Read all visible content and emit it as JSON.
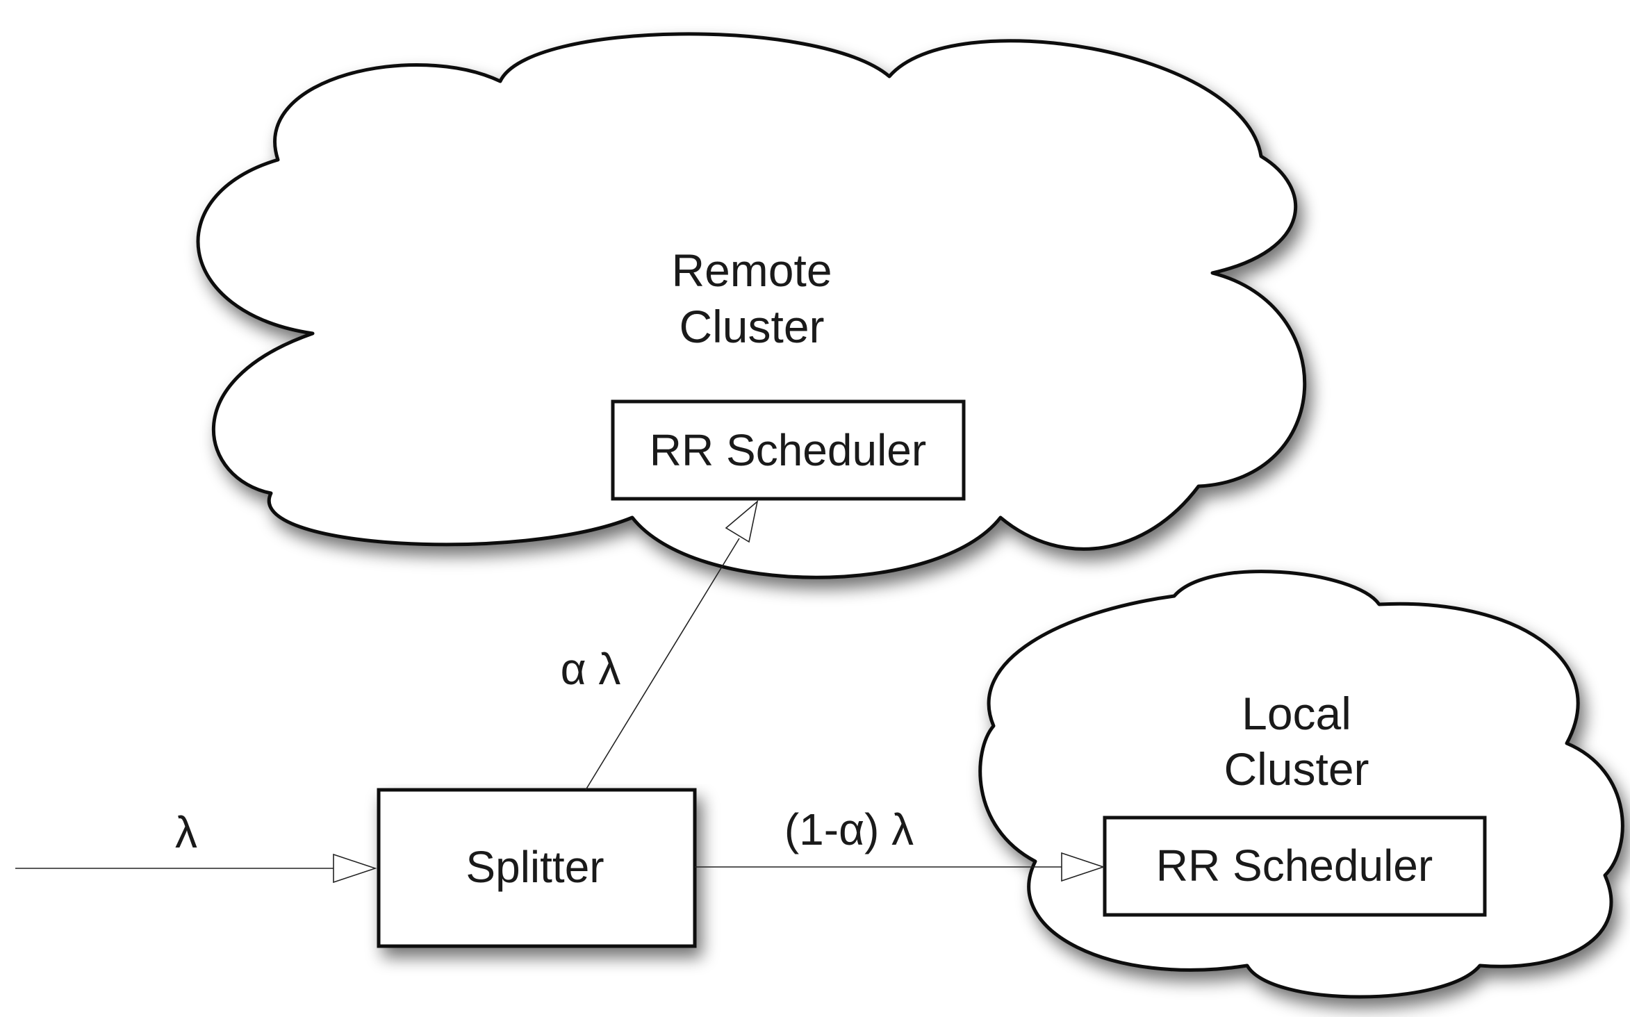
{
  "remote_cluster": {
    "label_line1": "Remote",
    "label_line2": "Cluster",
    "scheduler_label": "RR Scheduler"
  },
  "local_cluster": {
    "label_line1": "Local",
    "label_line2": "Cluster",
    "scheduler_label": "RR Scheduler"
  },
  "splitter": {
    "label": "Splitter"
  },
  "arrows": {
    "input_label": "λ",
    "remote_label": "α λ",
    "local_label": "(1-α) λ"
  }
}
